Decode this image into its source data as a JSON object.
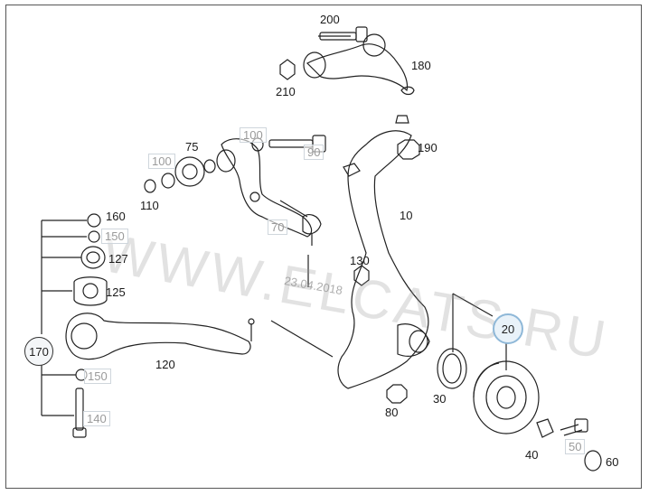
{
  "watermark": "WWW.ELCATS.RU",
  "date": "23.04.2018",
  "parts": {
    "p200": "200",
    "p180": "180",
    "p210": "210",
    "p75": "75",
    "p100a": "100",
    "p100b": "100",
    "p90": "90",
    "p110": "110",
    "p70": "70",
    "p190": "190",
    "p10": "10",
    "p160": "160",
    "p150a": "150",
    "p127": "127",
    "p125": "125",
    "p130": "130",
    "p170": "170",
    "p120": "120",
    "p150b": "150",
    "p140": "140",
    "p20": "20",
    "p30": "30",
    "p80": "80",
    "p40": "40",
    "p50": "50",
    "p60": "60"
  }
}
